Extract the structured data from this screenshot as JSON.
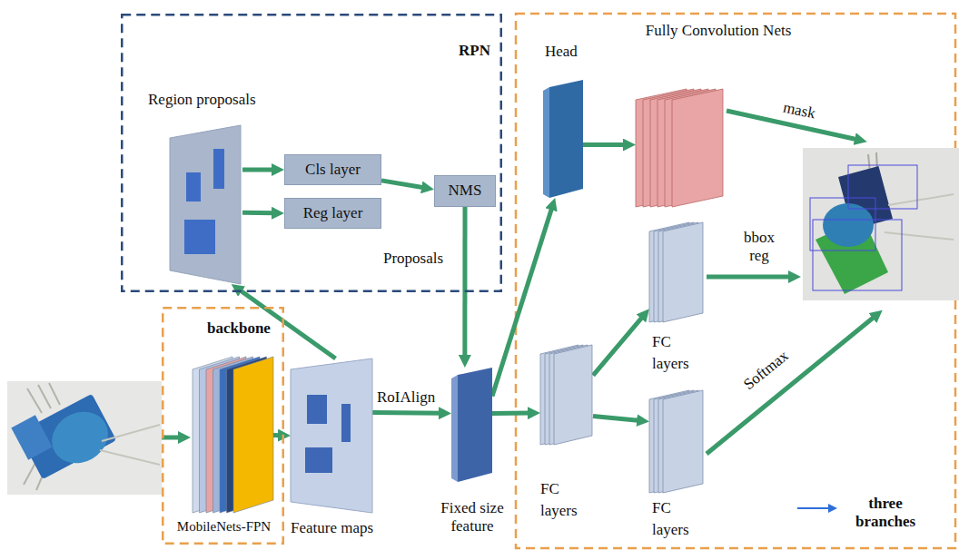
{
  "diagram": {
    "nodes": [
      {
        "text": [
          "RPN"
        ]
      },
      {
        "text": [
          "Region proposals"
        ],
        "in": 0
      },
      {
        "text": [
          "Cls layer"
        ],
        "in": 0
      },
      {
        "text": [
          "Reg layer"
        ],
        "in": 0
      },
      {
        "text": [
          "NMS"
        ],
        "in": 0
      },
      {
        "text": [
          "backbone"
        ]
      },
      {
        "text": [
          "MobileNets-FPN"
        ],
        "in": 5
      },
      {
        "text": [
          "Feature maps"
        ]
      },
      {
        "text": [
          "Fixed size feature"
        ]
      },
      {
        "text": [
          "Head"
        ]
      },
      {
        "text": [
          "Fully Convolution Nets"
        ]
      },
      {
        "text": [
          "FC layers"
        ]
      },
      {
        "text": [
          "FC layers"
        ]
      },
      {
        "text": [
          "FC layers"
        ]
      }
    ],
    "edges": [
      {
        "from": 1,
        "to": 2,
        "arrow": "to"
      },
      {
        "from": 1,
        "to": 3,
        "arrow": "to"
      },
      {
        "from": 2,
        "to": 4,
        "arrow": "to"
      },
      {
        "from": 4,
        "to": 8,
        "label": "Proposals",
        "arrow": "to"
      },
      {
        "from": 7,
        "to": 1,
        "arrow": "to"
      },
      {
        "from": 6,
        "to": 7,
        "arrow": "to"
      },
      {
        "from": 7,
        "to": 8,
        "label": "RoIAlign",
        "arrow": "to"
      },
      {
        "from": 8,
        "to": 9,
        "arrow": "to"
      },
      {
        "from": 8,
        "to": 11,
        "arrow": "to"
      },
      {
        "from": 11,
        "to": 12,
        "arrow": "to"
      },
      {
        "from": 11,
        "to": 13,
        "arrow": "to"
      },
      {
        "from": 9,
        "to": 10,
        "arrow": "to"
      }
    ],
    "labels": [
      "mask",
      "bbox reg",
      "Softmax"
    ],
    "legend": [
      {
        "text": "three branches"
      }
    ]
  }
}
